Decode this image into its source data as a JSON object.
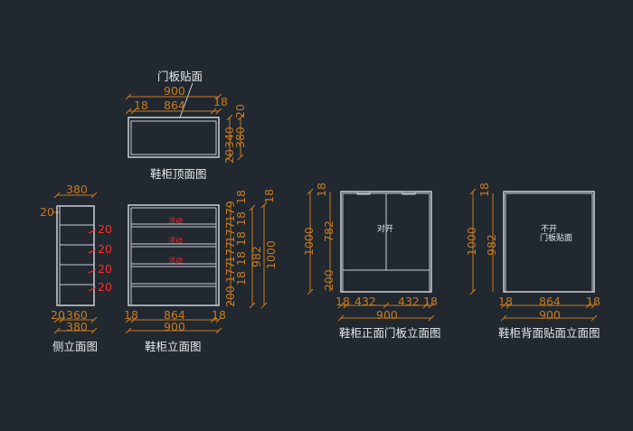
{
  "views": {
    "top": {
      "title": "鞋柜顶面图",
      "callout": "门板贴面",
      "dims": {
        "total_width": "900",
        "inner_width": "864",
        "side_left": "18",
        "side_right": "18",
        "top_thick": "20",
        "depth_inner": "340",
        "depth_total": "380",
        "bottom_thick": "20"
      }
    },
    "side": {
      "title": "侧立面图",
      "dims": {
        "top_depth": "380",
        "top_left": "20",
        "bottom_left": "20",
        "bottom_mid": "360",
        "bottom_total": "380"
      },
      "shelf_labels": [
        "20",
        "20",
        "20",
        "20"
      ]
    },
    "front": {
      "title": "鞋柜立面图",
      "dims": {
        "left": "18",
        "inner": "864",
        "right": "18",
        "total": "900",
        "total_height": "1000",
        "inner_height": "982",
        "top": "18"
      },
      "right_chain": [
        "18",
        "179",
        "18",
        "177",
        "18",
        "177",
        "18",
        "177",
        "18",
        "200"
      ],
      "red_labels": [
        "活动",
        "活动",
        "活动"
      ]
    },
    "door": {
      "title": "鞋柜正面门板立面图",
      "label": "对开",
      "dims": {
        "left": "18",
        "half_left": "432",
        "half_right": "432",
        "right": "18",
        "total": "900",
        "height": "1000",
        "top": "18",
        "door_height": "782",
        "bottom": "200"
      }
    },
    "back": {
      "title": "鞋柜背面贴面立面图",
      "label_line1": "不开",
      "label_line2": "门板贴面",
      "dims": {
        "left": "18",
        "inner": "864",
        "right": "18",
        "total": "900",
        "height": "1000",
        "top": "18",
        "inner_height": "982"
      }
    }
  },
  "colors": {
    "background": "#212830",
    "lines": "#d9dde2",
    "dimension": "#c87a1e",
    "annotation": "#ff2a2a"
  }
}
